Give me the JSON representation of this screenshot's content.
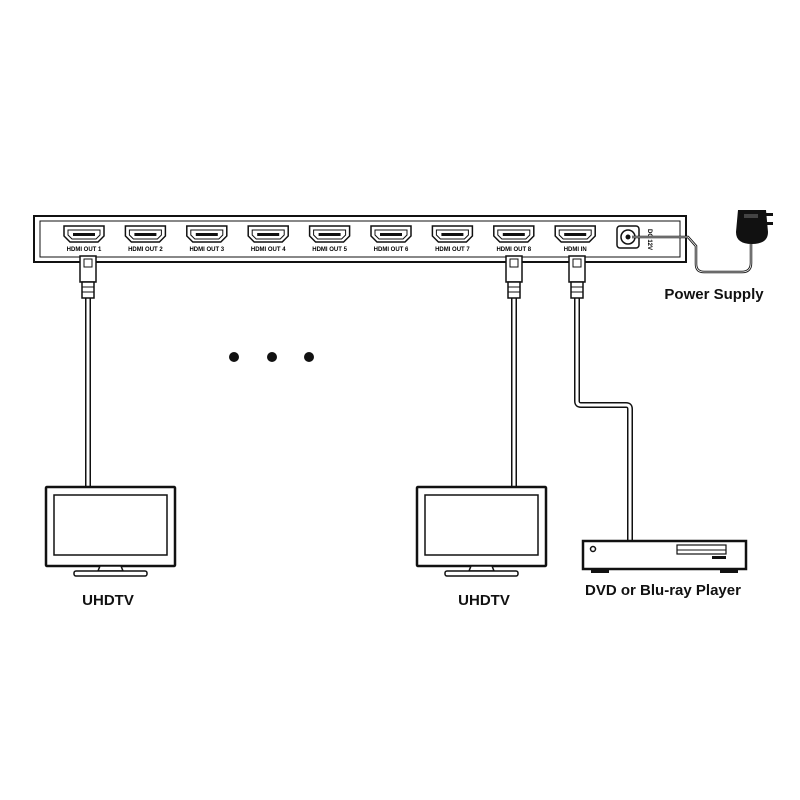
{
  "splitter": {
    "ports": [
      {
        "label": "HDMI OUT 1"
      },
      {
        "label": "HDMI OUT 2"
      },
      {
        "label": "HDMI OUT 3"
      },
      {
        "label": "HDMI OUT 4"
      },
      {
        "label": "HDMI OUT 5"
      },
      {
        "label": "HDMI OUT 6"
      },
      {
        "label": "HDMI OUT 7"
      },
      {
        "label": "HDMI OUT 8"
      },
      {
        "label": "HDMI IN"
      }
    ],
    "dc_label": "DC 12V"
  },
  "captions": {
    "power_supply": "Power Supply",
    "tv_left": "UHDTV",
    "tv_right": "UHDTV",
    "player": "DVD or Blu-ray Player"
  },
  "icons": [
    "power-adapter-icon",
    "tv-icon",
    "dvd-player-icon",
    "hdmi-connector-icon",
    "ellipsis-icon"
  ]
}
